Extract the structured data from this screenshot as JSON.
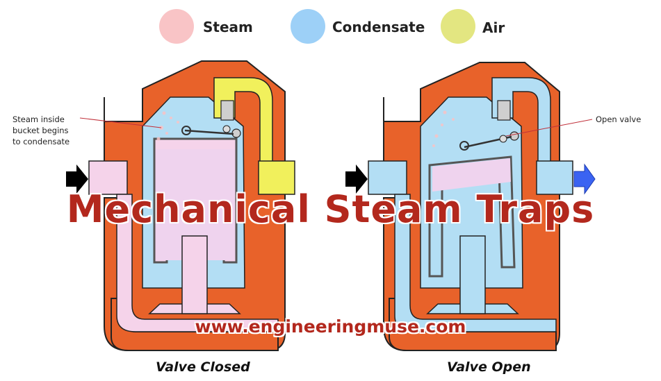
{
  "legend": [
    {
      "label": "Steam",
      "color": "#f9c4c6"
    },
    {
      "label": "Condensate",
      "color": "#9dd0f7"
    },
    {
      "label": "Air",
      "color": "#e3e681"
    }
  ],
  "colors": {
    "body": "#e8622a",
    "outline": "#222222",
    "steam": "#f5d3ea",
    "condensate": "#b3def4",
    "air": "#f1f05c",
    "inlet_arrow": "#000000",
    "outlet_arrow": "#3a63f2",
    "title": "#b3281d"
  },
  "callouts": {
    "steam_inside": [
      "Steam inside",
      "bucket begins",
      "to condensate"
    ],
    "open_valve": "Open valve"
  },
  "title": "Mechanical Steam Traps",
  "website": "www.engineeringmuse.com",
  "captions": {
    "left": "Valve Closed",
    "right": "Valve Open"
  }
}
